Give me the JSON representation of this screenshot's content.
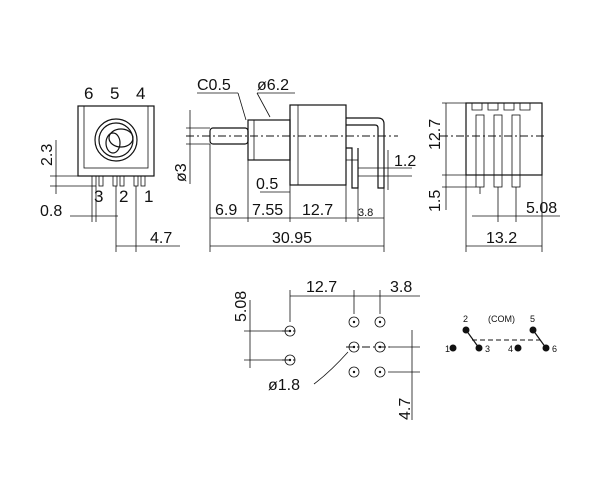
{
  "front_view": {
    "pin_numbers_top": [
      "6",
      "5",
      "4"
    ],
    "pin_numbers_bottom": [
      "3",
      "2",
      "1"
    ],
    "dim_height": "2.3",
    "dim_width": "0.8",
    "dim_offset": "4.7"
  },
  "side_view": {
    "chamfer": "C0.5",
    "bushing_dia": "ø6.2",
    "lever_dia": "ø3",
    "dim_0_5": "0.5",
    "dim_1_2": "1.2",
    "dim_6_9": "6.9",
    "dim_7_55": "7.55",
    "dim_12_7": "12.7",
    "dim_3_8": "3.8",
    "dim_total": "30.95"
  },
  "end_view": {
    "dim_height": "12.7",
    "dim_pin": "1.5",
    "dim_pitch": "5.08",
    "dim_width": "13.2"
  },
  "pcb_layout": {
    "dim_row": "5.08",
    "dim_span": "12.7",
    "dim_pitch": "3.8",
    "hole_dia": "ø1.8",
    "dim_vertical": "4.7"
  },
  "schematic": {
    "pin1": "1",
    "pin2": "2",
    "pin3": "3",
    "pin4": "4",
    "pin5": "5",
    "pin6": "6",
    "com_label": "(COM)"
  }
}
